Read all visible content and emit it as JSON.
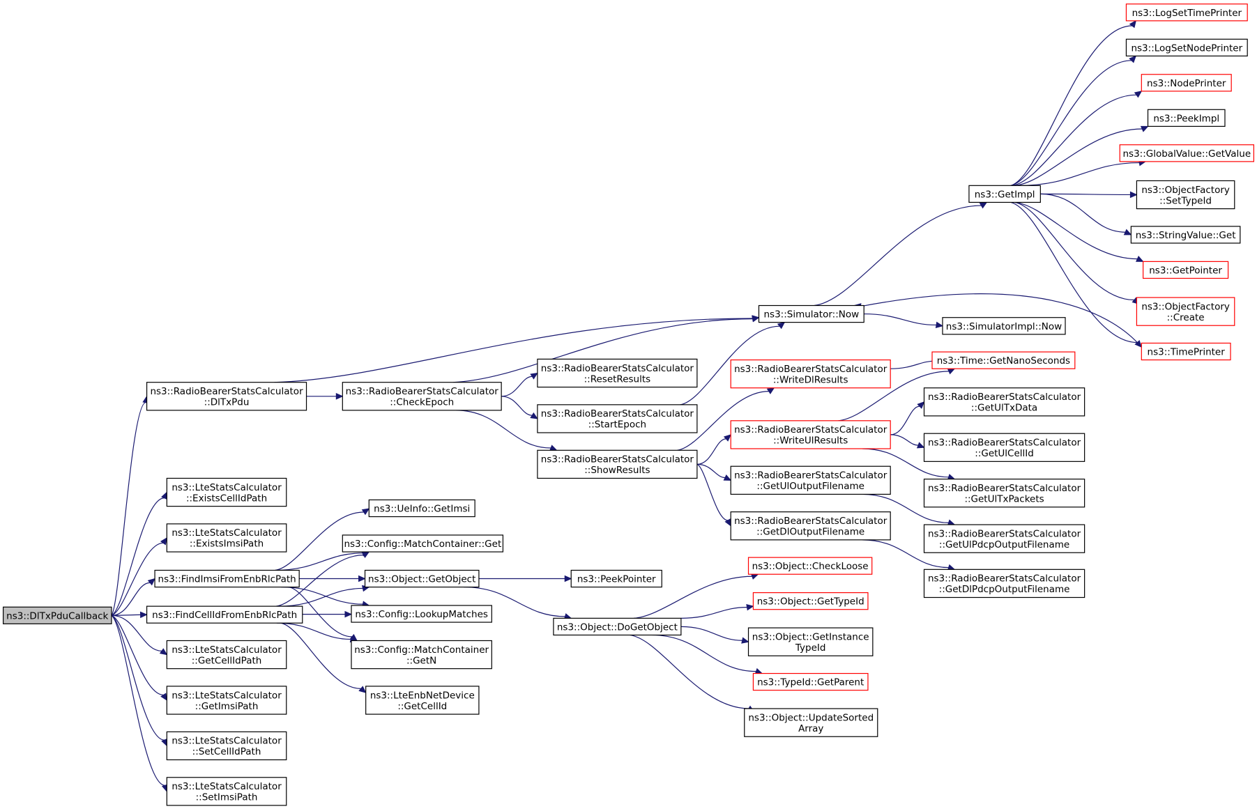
{
  "nodes": [
    {
      "id": "root",
      "lines": [
        "ns3::DlTxPduCallback"
      ],
      "style": "root"
    },
    {
      "id": "dltxpdu",
      "lines": [
        "ns3::RadioBearerStatsCalculator",
        "::DlTxPdu"
      ]
    },
    {
      "id": "existsCell",
      "lines": [
        "ns3::LteStatsCalculator",
        "::ExistsCellIdPath"
      ]
    },
    {
      "id": "existsImsi",
      "lines": [
        "ns3::LteStatsCalculator",
        "::ExistsImsiPath"
      ]
    },
    {
      "id": "findImsi",
      "lines": [
        "ns3::FindImsiFromEnbRlcPath"
      ]
    },
    {
      "id": "findCell",
      "lines": [
        "ns3::FindCellIdFromEnbRlcPath"
      ]
    },
    {
      "id": "getCellPath",
      "lines": [
        "ns3::LteStatsCalculator",
        "::GetCellIdPath"
      ]
    },
    {
      "id": "getImsiPath",
      "lines": [
        "ns3::LteStatsCalculator",
        "::GetImsiPath"
      ]
    },
    {
      "id": "setCellPath",
      "lines": [
        "ns3::LteStatsCalculator",
        "::SetCellIdPath"
      ]
    },
    {
      "id": "setImsiPath",
      "lines": [
        "ns3::LteStatsCalculator",
        "::SetImsiPath"
      ]
    },
    {
      "id": "checkEpoch",
      "lines": [
        "ns3::RadioBearerStatsCalculator",
        "::CheckEpoch"
      ]
    },
    {
      "id": "ueinfo",
      "lines": [
        "ns3::UeInfo::GetImsi"
      ]
    },
    {
      "id": "mcGet",
      "lines": [
        "ns3::Config::MatchContainer::Get"
      ]
    },
    {
      "id": "getObject",
      "lines": [
        "ns3::Object::GetObject"
      ]
    },
    {
      "id": "lookup",
      "lines": [
        "ns3::Config::LookupMatches"
      ]
    },
    {
      "id": "mcGetN",
      "lines": [
        "ns3::Config::MatchContainer",
        "::GetN"
      ]
    },
    {
      "id": "enbGetCell",
      "lines": [
        "ns3::LteEnbNetDevice",
        "::GetCellId"
      ]
    },
    {
      "id": "resetResults",
      "lines": [
        "ns3::RadioBearerStatsCalculator",
        "::ResetResults"
      ]
    },
    {
      "id": "startEpoch",
      "lines": [
        "ns3::RadioBearerStatsCalculator",
        "::StartEpoch"
      ]
    },
    {
      "id": "showResults",
      "lines": [
        "ns3::RadioBearerStatsCalculator",
        "::ShowResults"
      ]
    },
    {
      "id": "peekPointer",
      "lines": [
        "ns3::PeekPointer"
      ]
    },
    {
      "id": "doGetObject",
      "lines": [
        "ns3::Object::DoGetObject"
      ]
    },
    {
      "id": "simNow",
      "lines": [
        "ns3::Simulator::Now"
      ]
    },
    {
      "id": "writeDl",
      "lines": [
        "ns3::RadioBearerStatsCalculator",
        "::WriteDlResults"
      ],
      "style": "red"
    },
    {
      "id": "writeUl",
      "lines": [
        "ns3::RadioBearerStatsCalculator",
        "::WriteUlResults"
      ],
      "style": "red"
    },
    {
      "id": "getUlOut",
      "lines": [
        "ns3::RadioBearerStatsCalculator",
        "::GetUlOutputFilename"
      ]
    },
    {
      "id": "getDlOut",
      "lines": [
        "ns3::RadioBearerStatsCalculator",
        "::GetDlOutputFilename"
      ]
    },
    {
      "id": "checkLoose",
      "lines": [
        "ns3::Object::CheckLoose"
      ],
      "style": "red"
    },
    {
      "id": "getTypeId",
      "lines": [
        "ns3::Object::GetTypeId"
      ],
      "style": "red"
    },
    {
      "id": "getInstTypeId",
      "lines": [
        "ns3::Object::GetInstance",
        "TypeId"
      ]
    },
    {
      "id": "typeIdParent",
      "lines": [
        "ns3::TypeId::GetParent"
      ],
      "style": "red"
    },
    {
      "id": "updateSorted",
      "lines": [
        "ns3::Object::UpdateSorted",
        "Array"
      ]
    },
    {
      "id": "getImpl",
      "lines": [
        "ns3::GetImpl"
      ]
    },
    {
      "id": "simImplNow",
      "lines": [
        "ns3::SimulatorImpl::Now"
      ]
    },
    {
      "id": "nanoSec",
      "lines": [
        "ns3::Time::GetNanoSeconds"
      ],
      "style": "red"
    },
    {
      "id": "ulTxData",
      "lines": [
        "ns3::RadioBearerStatsCalculator",
        "::GetUlTxData"
      ]
    },
    {
      "id": "ulCellId",
      "lines": [
        "ns3::RadioBearerStatsCalculator",
        "::GetUlCellId"
      ]
    },
    {
      "id": "ulTxPackets",
      "lines": [
        "ns3::RadioBearerStatsCalculator",
        "::GetUlTxPackets"
      ]
    },
    {
      "id": "ulPdcpOut",
      "lines": [
        "ns3::RadioBearerStatsCalculator",
        "::GetUlPdcpOutputFilename"
      ]
    },
    {
      "id": "dlPdcpOut",
      "lines": [
        "ns3::RadioBearerStatsCalculator",
        "::GetDlPdcpOutputFilename"
      ]
    },
    {
      "id": "logTime",
      "lines": [
        "ns3::LogSetTimePrinter"
      ],
      "style": "red"
    },
    {
      "id": "logNode",
      "lines": [
        "ns3::LogSetNodePrinter"
      ]
    },
    {
      "id": "nodePrinter",
      "lines": [
        "ns3::NodePrinter"
      ],
      "style": "red"
    },
    {
      "id": "peekImpl",
      "lines": [
        "ns3::PeekImpl"
      ]
    },
    {
      "id": "globalVal",
      "lines": [
        "ns3::GlobalValue::GetValue"
      ],
      "style": "red"
    },
    {
      "id": "ofSetType",
      "lines": [
        "ns3::ObjectFactory",
        "::SetTypeId"
      ]
    },
    {
      "id": "strValGet",
      "lines": [
        "ns3::StringValue::Get"
      ]
    },
    {
      "id": "getPointer",
      "lines": [
        "ns3::GetPointer"
      ],
      "style": "red"
    },
    {
      "id": "ofCreate",
      "lines": [
        "ns3::ObjectFactory",
        "::Create"
      ],
      "style": "red"
    },
    {
      "id": "timePrinter",
      "lines": [
        "ns3::TimePrinter"
      ],
      "style": "red"
    }
  ],
  "edges": [
    [
      "root",
      "dltxpdu"
    ],
    [
      "root",
      "existsCell"
    ],
    [
      "root",
      "existsImsi"
    ],
    [
      "root",
      "findImsi"
    ],
    [
      "root",
      "findCell"
    ],
    [
      "root",
      "getCellPath"
    ],
    [
      "root",
      "getImsiPath"
    ],
    [
      "root",
      "setCellPath"
    ],
    [
      "root",
      "setImsiPath"
    ],
    [
      "dltxpdu",
      "checkEpoch"
    ],
    [
      "dltxpdu",
      "simNow"
    ],
    [
      "findImsi",
      "ueinfo"
    ],
    [
      "findImsi",
      "mcGet"
    ],
    [
      "findImsi",
      "getObject"
    ],
    [
      "findImsi",
      "lookup"
    ],
    [
      "findImsi",
      "mcGetN"
    ],
    [
      "findCell",
      "mcGet"
    ],
    [
      "findCell",
      "getObject"
    ],
    [
      "findCell",
      "lookup"
    ],
    [
      "findCell",
      "mcGetN"
    ],
    [
      "findCell",
      "enbGetCell"
    ],
    [
      "checkEpoch",
      "simNow"
    ],
    [
      "checkEpoch",
      "resetResults"
    ],
    [
      "checkEpoch",
      "startEpoch"
    ],
    [
      "checkEpoch",
      "showResults"
    ],
    [
      "startEpoch",
      "simNow"
    ],
    [
      "showResults",
      "writeDl"
    ],
    [
      "showResults",
      "writeUl"
    ],
    [
      "showResults",
      "getUlOut"
    ],
    [
      "showResults",
      "getDlOut"
    ],
    [
      "getObject",
      "peekPointer"
    ],
    [
      "getObject",
      "doGetObject"
    ],
    [
      "doGetObject",
      "checkLoose"
    ],
    [
      "doGetObject",
      "getTypeId"
    ],
    [
      "doGetObject",
      "getInstTypeId"
    ],
    [
      "doGetObject",
      "typeIdParent"
    ],
    [
      "doGetObject",
      "updateSorted"
    ],
    [
      "simNow",
      "getImpl"
    ],
    [
      "simNow",
      "simImplNow"
    ],
    [
      "writeDl",
      "nanoSec"
    ],
    [
      "writeUl",
      "nanoSec"
    ],
    [
      "writeUl",
      "ulTxData"
    ],
    [
      "writeUl",
      "ulCellId"
    ],
    [
      "writeUl",
      "ulTxPackets"
    ],
    [
      "getUlOut",
      "ulPdcpOut"
    ],
    [
      "getDlOut",
      "dlPdcpOut"
    ],
    [
      "getImpl",
      "logTime"
    ],
    [
      "getImpl",
      "logNode"
    ],
    [
      "getImpl",
      "nodePrinter"
    ],
    [
      "getImpl",
      "peekImpl"
    ],
    [
      "getImpl",
      "globalVal"
    ],
    [
      "getImpl",
      "ofSetType"
    ],
    [
      "getImpl",
      "strValGet"
    ],
    [
      "getImpl",
      "getPointer"
    ],
    [
      "getImpl",
      "ofCreate"
    ],
    [
      "getImpl",
      "timePrinter"
    ],
    [
      "timePrinter",
      "simNow"
    ]
  ]
}
